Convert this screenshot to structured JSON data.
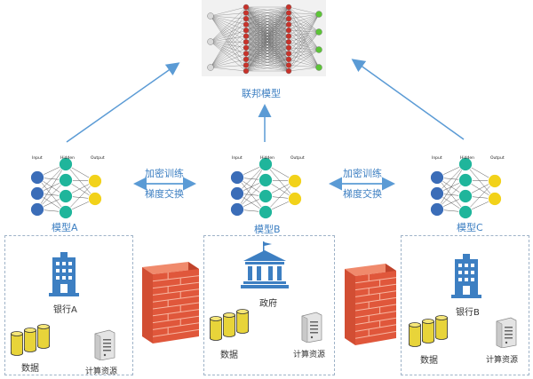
{
  "federated_model": {
    "label": "联邦模型"
  },
  "network_legend": {
    "input": "Input",
    "hidden": "Hidden",
    "output": "Output"
  },
  "exchange": {
    "line1": "加密训练",
    "line2": "梯度交换"
  },
  "parties": [
    {
      "model_label": "模型A",
      "org_label": "银行A",
      "org_icon": "bank-building-icon",
      "data_label": "数据",
      "compute_label": "计算资源"
    },
    {
      "model_label": "模型B",
      "org_label": "政府",
      "org_icon": "government-building-icon",
      "data_label": "数据",
      "compute_label": "计算资源"
    },
    {
      "model_label": "模型C",
      "org_label": "银行B",
      "org_icon": "bank-building-icon",
      "data_label": "数据",
      "compute_label": "计算资源"
    }
  ],
  "colors": {
    "accent": "#3d7fc2",
    "input_node": "#3b6db8",
    "hidden_node": "#1fb59b",
    "output_node": "#f2d21a",
    "firewall": "#e0573b",
    "cylinder": "#e8d43a"
  }
}
